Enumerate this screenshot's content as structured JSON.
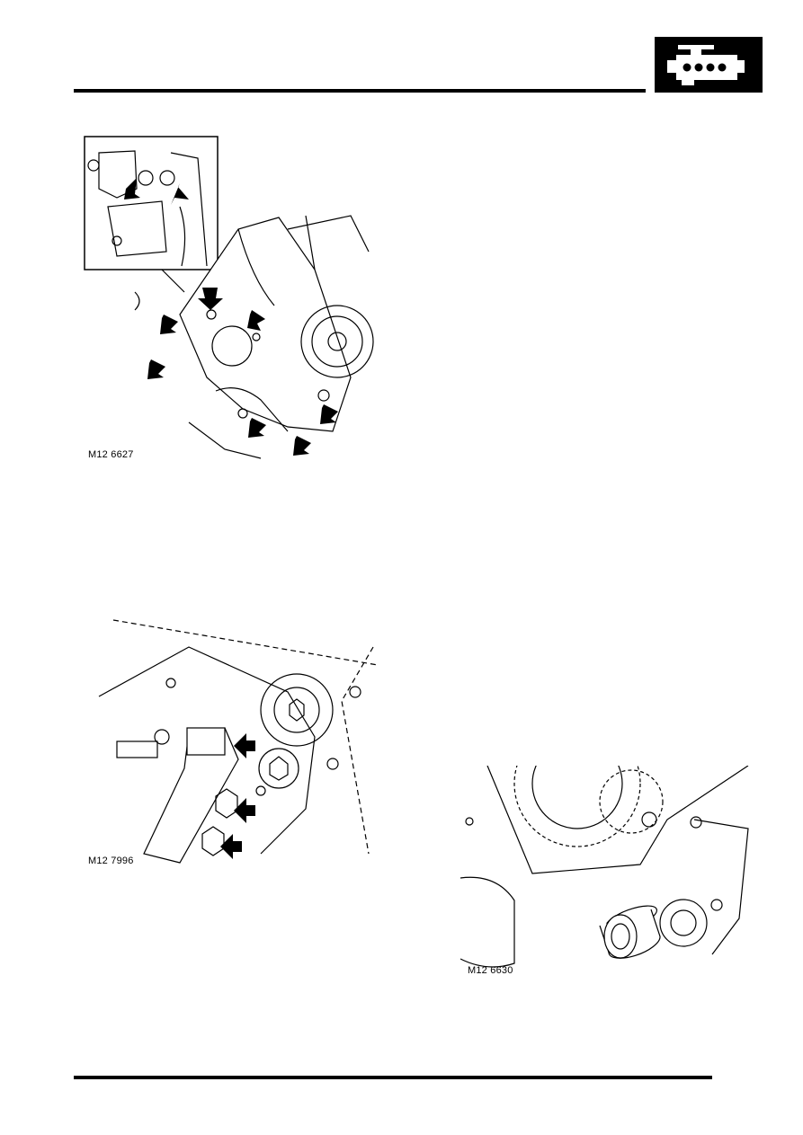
{
  "header": {
    "section_icon": "engine-icon"
  },
  "figures": [
    {
      "label": "M12 6627",
      "subject": "timing-cover-bolts-illustration"
    },
    {
      "label": "M12 7996",
      "subject": "belt-tensioner-illustration"
    },
    {
      "label": "M12 6630",
      "subject": "idler-pulley-illustration"
    }
  ],
  "colors": {
    "ink": "#000000",
    "paper": "#ffffff"
  }
}
